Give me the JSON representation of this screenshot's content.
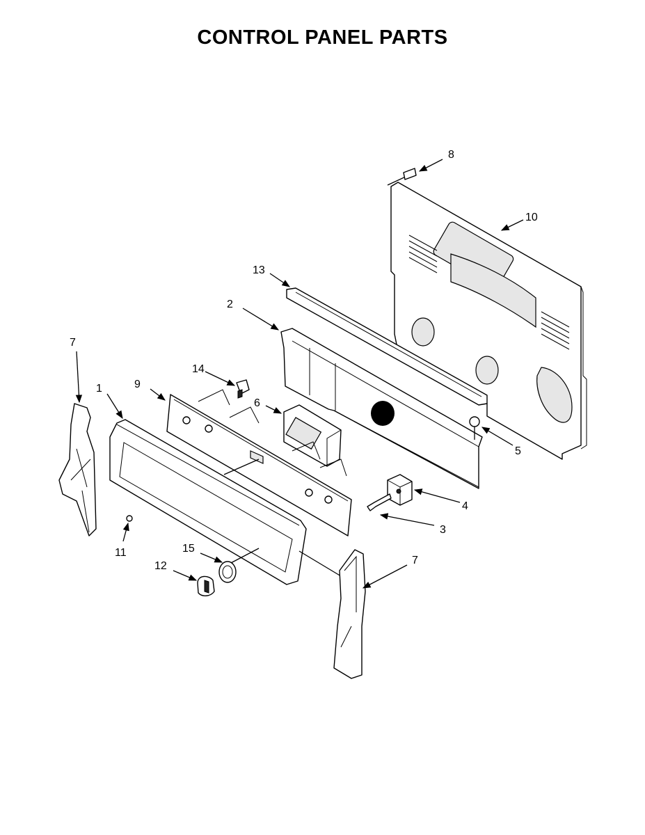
{
  "title": "CONTROL PANEL PARTS",
  "callouts": {
    "c1": "1",
    "c2": "2",
    "c3": "3",
    "c4": "4",
    "c5": "5",
    "c6": "6",
    "c7a": "7",
    "c7b": "7",
    "c8": "8",
    "c9": "9",
    "c10": "10",
    "c11": "11",
    "c12": "12",
    "c13": "13",
    "c14": "14",
    "c15": "15"
  }
}
